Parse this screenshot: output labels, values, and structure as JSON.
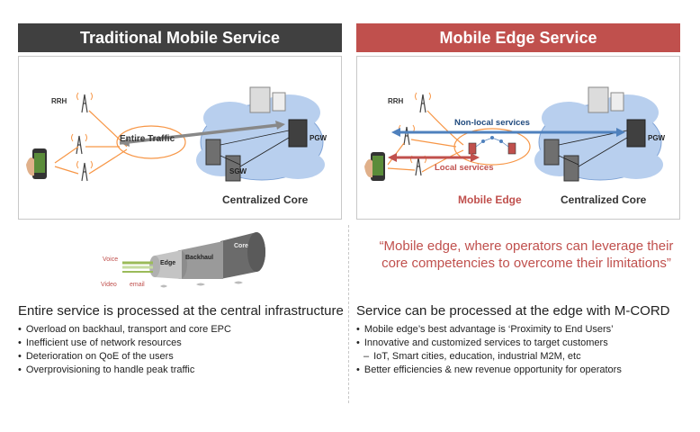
{
  "left": {
    "banner": "Traditional Mobile Service",
    "diagram": {
      "rrh_label": "RRH",
      "traffic_label": "Entire Traffic",
      "sgw_label": "SGW",
      "pgw_label": "PGW",
      "core_label": "Centralized Core"
    },
    "cable": {
      "voice": "Voice",
      "video": "Video",
      "email": "email",
      "edge": "Edge",
      "backhaul": "Backhaul",
      "core": "Core"
    },
    "title": "Entire service is processed at the central infrastructure",
    "bullets": [
      "Overload on backhaul, transport and core EPC",
      "Inefficient use of network resources",
      "Deterioration on QoE of the users",
      "Overprovisioning to handle peak traffic"
    ]
  },
  "right": {
    "banner": "Mobile Edge Service",
    "diagram": {
      "rrh_label": "RRH",
      "nonlocal_label": "Non-local services",
      "local_label": "Local services",
      "pgw_label": "PGW",
      "edge_label": "Mobile Edge",
      "core_label": "Centralized Core"
    },
    "quote": "“Mobile edge, where operators can leverage their core competencies to overcome their limitations”",
    "title": "Service can be processed at the edge with M-CORD",
    "bullets": [
      "Mobile edge’s best advantage is ‘Proximity to End Users’",
      "Innovative and customized services to target customers",
      "IoT, Smart cities, education, industrial M2M, etc",
      "Better efficiencies & new revenue opportunity for operators"
    ]
  },
  "colors": {
    "dark_banner": "#404040",
    "red_banner": "#c0504d",
    "cloud": "#b8cfee",
    "nonlocal_arrow": "#4f81bd",
    "local_arrow": "#c0504d"
  }
}
